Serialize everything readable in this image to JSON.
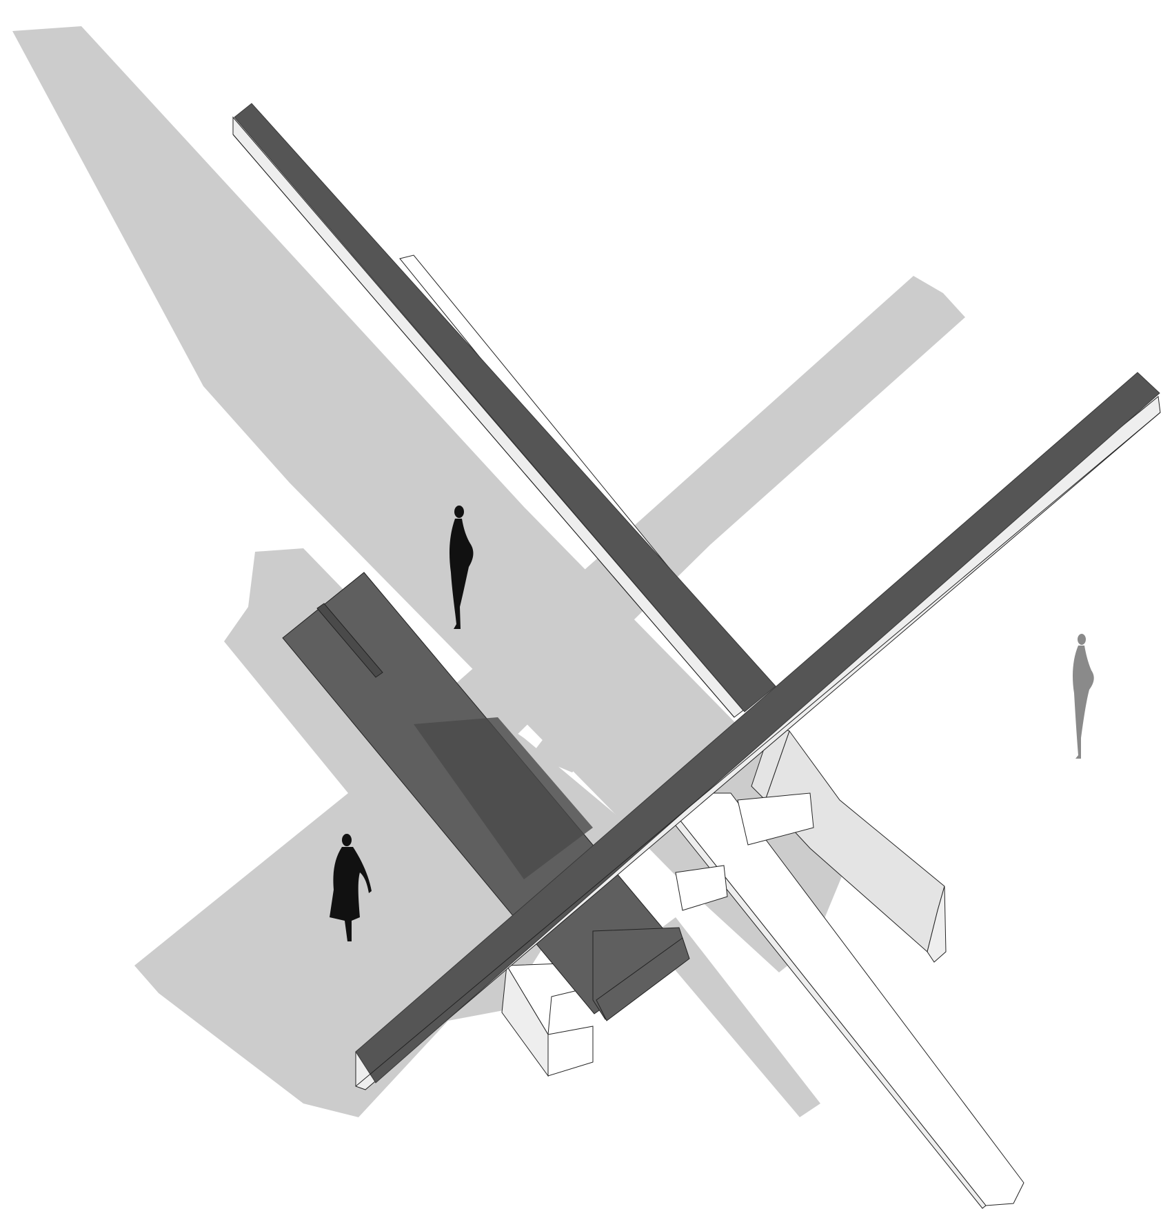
{
  "diagram": {
    "kind": "axonometric architectural drawing",
    "palette": {
      "background": "#ffffff",
      "shadow": "#cccccc",
      "beam": "#555555",
      "beam_edge": "#3a3a3a",
      "side_face": "#eeeeee",
      "white_face": "#ffffff",
      "slab": "#5f5f5f",
      "slab_dark": "#4a4a4a",
      "concrete": "#e4e4e4",
      "outline": "#222222",
      "figure_black": "#111111",
      "figure_grey": "#8a8a8a"
    },
    "elements": [
      "ground-shadow-long",
      "ground-shadow-cross",
      "ground-shadow-lower",
      "white-plank",
      "concrete-wall",
      "dark-slab",
      "beam-northwest",
      "beam-northeast",
      "person-standing",
      "person-walking",
      "person-standing-distant"
    ],
    "labels": []
  }
}
